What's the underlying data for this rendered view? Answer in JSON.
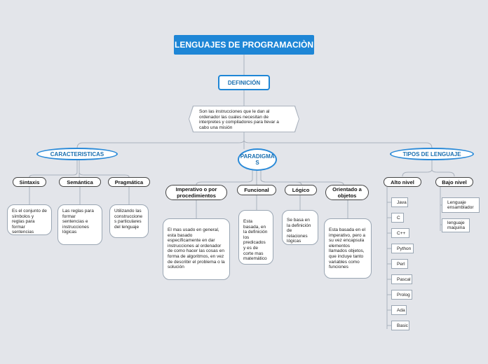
{
  "root": "LENGUAJES DE PROGRAMACIÒN",
  "definicion": {
    "title": "DEFINICIÓN",
    "text": "Son las instrucciones que le dan al ordenador las cuales necesitan de interpretes y compiladores para llevar a cabo una misión"
  },
  "caracteristicas": {
    "title": "CARACTERISTICAS",
    "items": [
      {
        "label": "Sintaxis",
        "note": "Es el conjunto de símbolos y reglas para formar sentencias"
      },
      {
        "label": "Semántica",
        "note": "Las reglas para formar sentencias e instrucciones lógicas"
      },
      {
        "label": "Pragmática",
        "note": "Utilizando las construccione s particulares del lenguaje"
      }
    ]
  },
  "paradigmas": {
    "title": "PARADIGMA S",
    "items": [
      {
        "label": "Imperativo o por procedimientos",
        "note": "El mas usado en general, esta basado específicamente en dar instrucciones al ordenador de como hacer las cosas en forma de algoritmos, en vez de describir el problema o la solución"
      },
      {
        "label": "Funcional",
        "note": "Esta basada, en la definición los predicados y es de corte mas matemático"
      },
      {
        "label": "Lógico",
        "note": "Se basa en la definición de relaciones lógicas"
      },
      {
        "label": "Orientado a objetos",
        "note": "Esta basada en el imperativo, pero a su vez encapsula elementos llamados objetos, que incluye tanto variables como funciones"
      }
    ]
  },
  "tipos": {
    "title": "TIPOS DE LENGUAJE",
    "alto": {
      "label": "Alto nivel",
      "items": [
        "Java",
        "C",
        "C++",
        "Python",
        "Perl",
        "Pascal",
        "Prolog",
        "Ada",
        "Basic"
      ]
    },
    "bajo": {
      "label": "Bajo nivel",
      "items": [
        "Lenguaje ensamblador",
        "lenguaje maquina"
      ]
    }
  }
}
